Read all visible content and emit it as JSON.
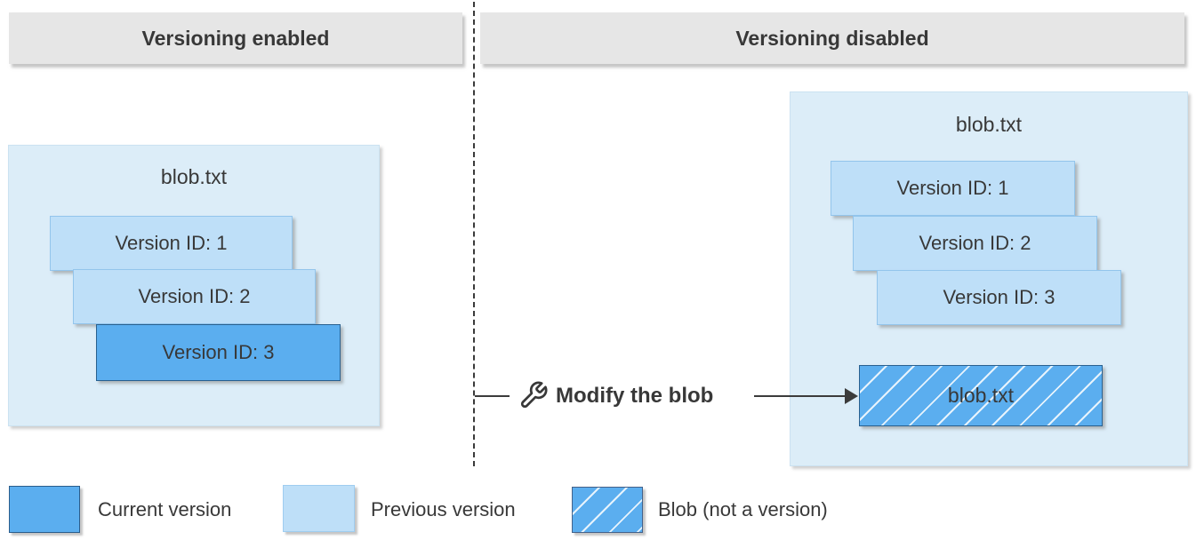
{
  "headers": {
    "left": "Versioning enabled",
    "right": "Versioning disabled"
  },
  "versioning_enabled": {
    "container_title": "blob.txt",
    "versions": [
      {
        "label": "Version ID: 1",
        "state": "previous"
      },
      {
        "label": "Version ID: 2",
        "state": "previous"
      },
      {
        "label": "Version ID: 3",
        "state": "current"
      }
    ]
  },
  "versioning_disabled": {
    "container_title": "blob.txt",
    "versions": [
      {
        "label": "Version ID: 1",
        "state": "previous"
      },
      {
        "label": "Version ID: 2",
        "state": "previous"
      },
      {
        "label": "Version ID: 3",
        "state": "previous"
      }
    ],
    "blob": {
      "label": "blob.txt",
      "style": "hatched"
    }
  },
  "action": {
    "icon": "wrench-icon",
    "label": "Modify the blob"
  },
  "legend": [
    {
      "swatch": "current",
      "label": "Current version"
    },
    {
      "swatch": "previous",
      "label": "Previous version"
    },
    {
      "swatch": "hatched",
      "label": "Blob (not a version)"
    }
  ],
  "colors": {
    "current": "#5BAEEF",
    "previous": "#BEDFF8",
    "container": "#DCEDF8",
    "header": "#E6E6E6",
    "text": "#383838",
    "line": "#3B3B3B"
  }
}
